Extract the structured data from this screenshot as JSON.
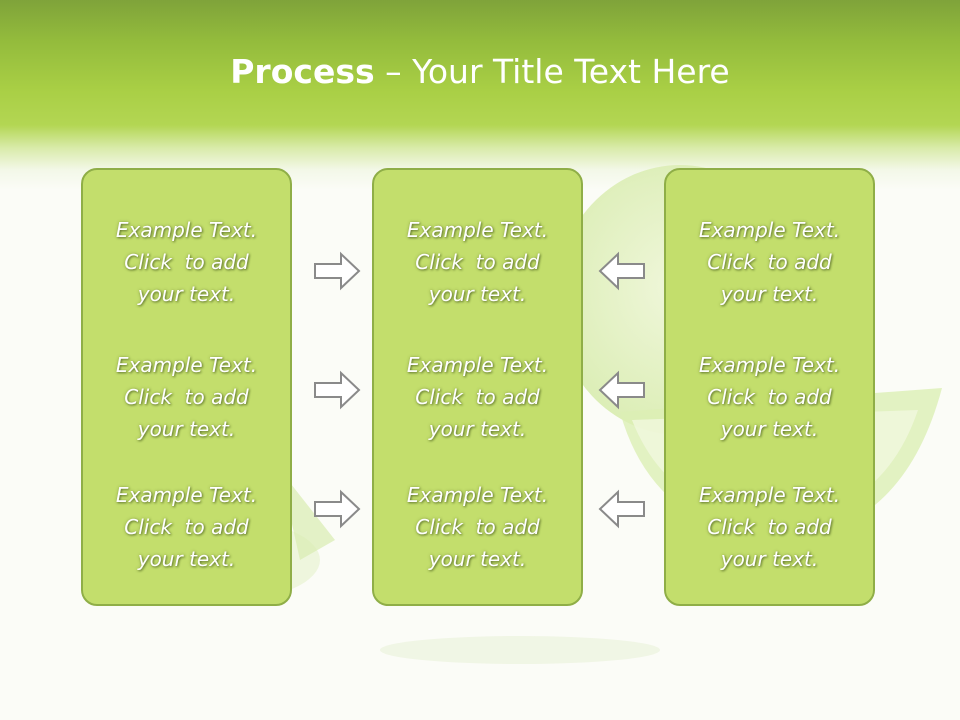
{
  "title": {
    "bold": "Process",
    "dash": " – ",
    "rest": "Your Title Text Here"
  },
  "columns": [
    {
      "items": [
        {
          "line1": "Example Text.",
          "line2": "Click  to add",
          "line3": "your text."
        },
        {
          "line1": "Example Text.",
          "line2": "Click  to add",
          "line3": "your text."
        },
        {
          "line1": "Example Text.",
          "line2": "Click  to add",
          "line3": "your text."
        }
      ]
    },
    {
      "items": [
        {
          "line1": "Example Text.",
          "line2": "Click  to add",
          "line3": "your text."
        },
        {
          "line1": "Example Text.",
          "line2": "Click  to add",
          "line3": "your text."
        },
        {
          "line1": "Example Text.",
          "line2": "Click  to add",
          "line3": "your text."
        }
      ]
    },
    {
      "items": [
        {
          "line1": "Example Text.",
          "line2": "Click  to add",
          "line3": "your text."
        },
        {
          "line1": "Example Text.",
          "line2": "Click  to add",
          "line3": "your text."
        },
        {
          "line1": "Example Text.",
          "line2": "Click  to add",
          "line3": "your text."
        }
      ]
    }
  ],
  "arrows": {
    "left_group": "right-arrow-icon",
    "right_group": "left-arrow-icon"
  },
  "colors": {
    "header": "#a9cf45",
    "box_fill": "#c3de6c",
    "box_border": "#8fae47",
    "text": "#ffffff"
  }
}
